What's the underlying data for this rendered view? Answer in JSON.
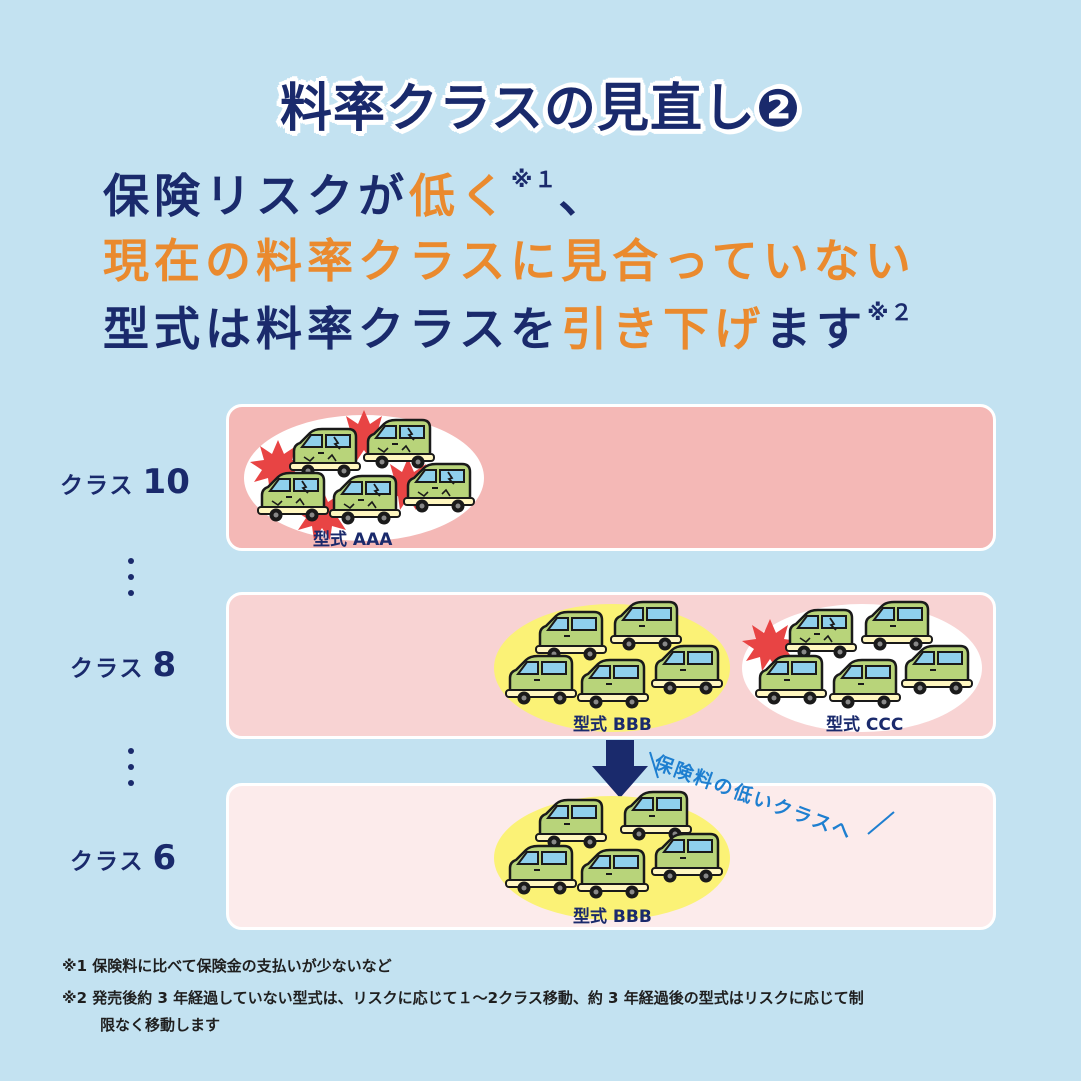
{
  "title": "料率クラスの見直し❷",
  "headline": {
    "line1_a": "保険リスクが",
    "line1_hl": "低く",
    "line1_sup": "※１",
    "line1_b": "、",
    "line2_hl": "現在の料率クラスに見合っていない",
    "line3_a": "型式は料率クラスを",
    "line3_hl": "引き下げ",
    "line3_b": "ます",
    "line3_sup": "※２"
  },
  "classes": [
    {
      "kana": "クラス",
      "num": "10"
    },
    {
      "kana": "クラス",
      "num": "8"
    },
    {
      "kana": "クラス",
      "num": "6"
    }
  ],
  "groups": {
    "aaa": "型式 AAA",
    "bbb1": "型式 BBB",
    "ccc": "型式 CCC",
    "bbb2": "型式 BBB"
  },
  "caption": "保険料の低いクラスへ",
  "notes": {
    "n1": "※1 保険料に比べて保険金の支払いが少ないなど",
    "n2": "※2 発売後約 3 年経過していない型式は、リスクに応じて１～2クラス移動、約 3 年経過後の型式はリスクに応じて制",
    "n2b": "限なく移動します"
  },
  "colors": {
    "navy": "#1a2a6c",
    "orange": "#ea8a2e",
    "car_body": "#b8d47a",
    "car_window": "#8fd0ec",
    "burst": "#e84444",
    "yellow_ellipse": "#fbf276",
    "caption_blue": "#1e7fd0"
  },
  "icons": [
    "car-icon",
    "damaged-car-icon",
    "burst-icon",
    "down-arrow-icon"
  ]
}
